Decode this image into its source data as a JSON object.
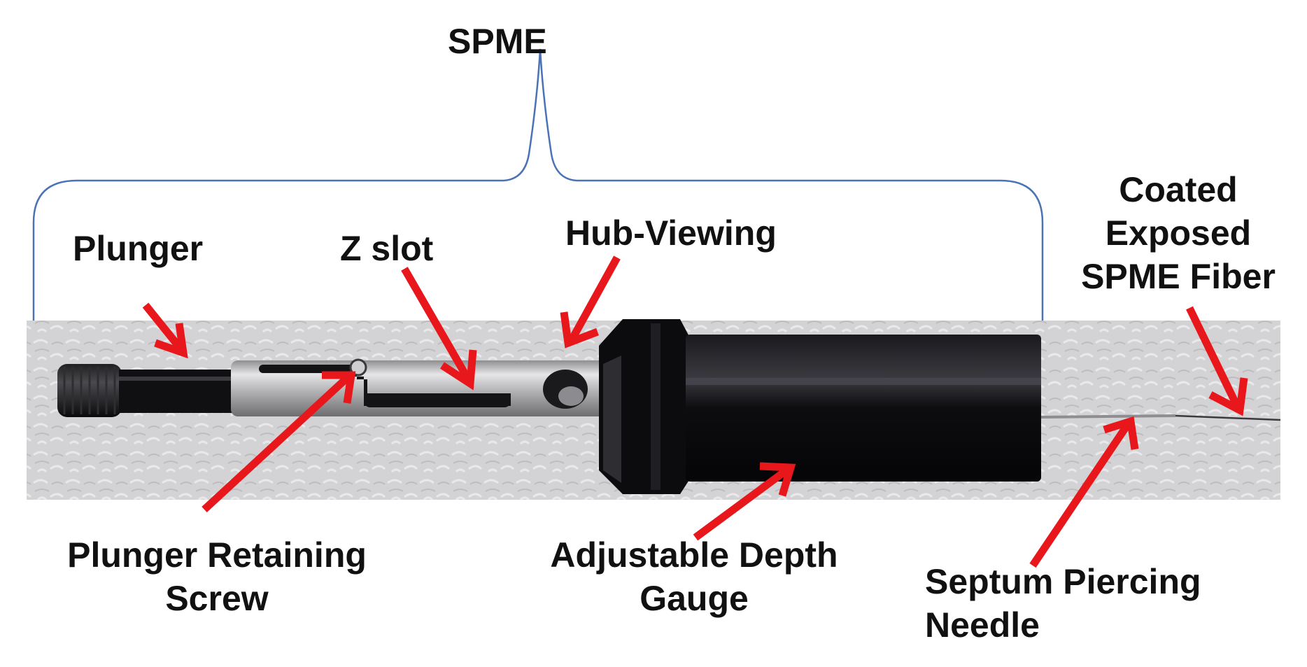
{
  "title": "SPME",
  "labels": {
    "plunger": "Plunger",
    "z_slot": "Z slot",
    "hub_viewing": "Hub-Viewing",
    "fiber": [
      "Coated",
      "Exposed",
      "SPME Fiber"
    ],
    "retaining_screw": [
      "Plunger Retaining",
      "Screw"
    ],
    "depth_gauge": [
      "Adjustable Depth",
      "Gauge"
    ],
    "septum_needle": [
      "Septum Piercing",
      "Needle"
    ]
  },
  "colors": {
    "arrow": "#e8171c",
    "brace": "#4a73b5",
    "text": "#111111",
    "background": "#d3d3d5",
    "barrel": "#0b0b0d",
    "steel": "#b9b9bb"
  }
}
